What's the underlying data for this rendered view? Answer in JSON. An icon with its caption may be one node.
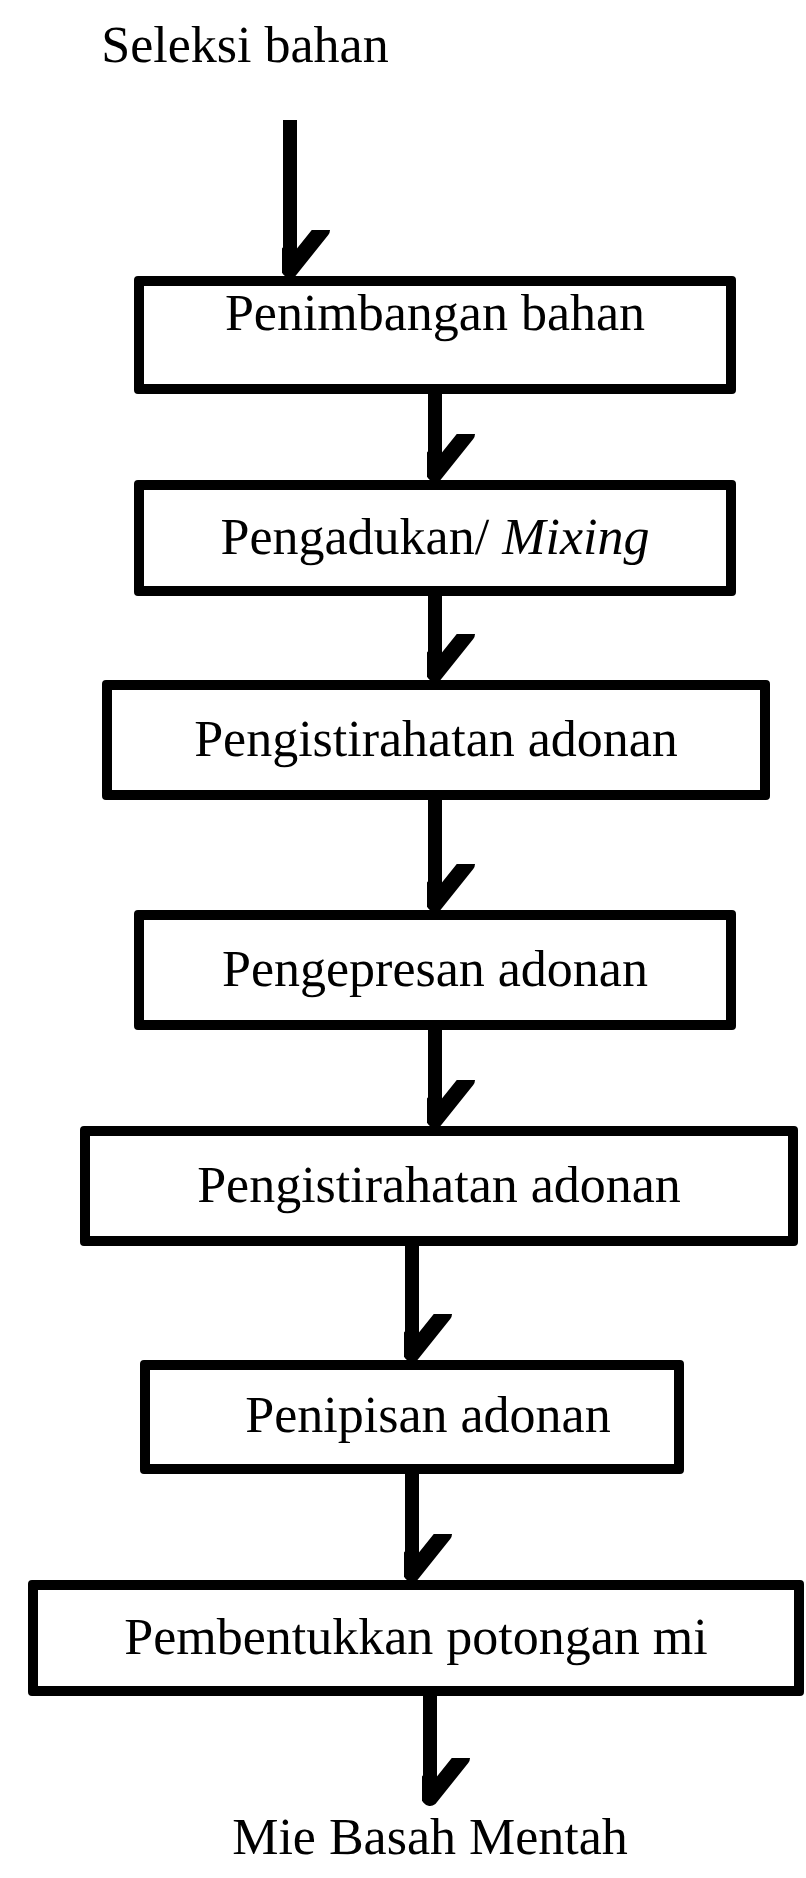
{
  "diagram": {
    "nodes": [
      {
        "text": [
          "Seleksi bahan"
        ]
      },
      {
        "text": [
          "Penimbangan bahan"
        ]
      },
      {
        "text": [
          "Pengadukan/ *Mixing*"
        ]
      },
      {
        "text": [
          "Pengistirahatan adonan"
        ]
      },
      {
        "text": [
          "Pengepresan adonan"
        ]
      },
      {
        "text": [
          "Pengistirahatan adonan"
        ]
      },
      {
        "text": [
          "Penipisan adonan"
        ]
      },
      {
        "text": [
          "Pembentukkan potongan mi"
        ]
      },
      {
        "text": [
          "Mie Basah Mentah"
        ]
      }
    ],
    "edges": [
      {
        "from": 0,
        "to": 1,
        "arrow": "to"
      },
      {
        "from": 1,
        "to": 2,
        "arrow": "to"
      },
      {
        "from": 2,
        "to": 3,
        "arrow": "to"
      },
      {
        "from": 3,
        "to": 4,
        "arrow": "to"
      },
      {
        "from": 4,
        "to": 5,
        "arrow": "to"
      },
      {
        "from": 5,
        "to": 6,
        "arrow": "to"
      },
      {
        "from": 6,
        "to": 7,
        "arrow": "to"
      },
      {
        "from": 7,
        "to": 8,
        "arrow": "to"
      }
    ]
  }
}
